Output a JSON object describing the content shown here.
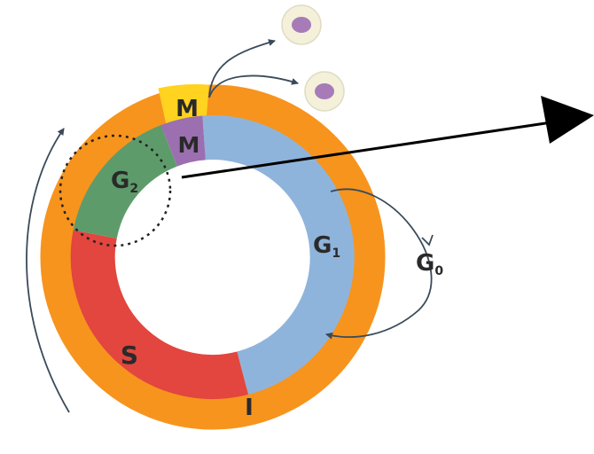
{
  "phases": {
    "mitosis_outer": "M",
    "mitosis_inner": "M",
    "g2": "G",
    "g2_sub": "2",
    "s": "S",
    "g1": "G",
    "g1_sub": "1",
    "g0": "G",
    "g0_sub": "0",
    "interphase": "I"
  },
  "colors": {
    "interphase_ring": "#f7941d",
    "m_outer": "#ffd320",
    "m_inner": "#9b6fb0",
    "g2": "#5e9b6b",
    "s": "#e3453f",
    "g1": "#8fb4dc",
    "cell": "#f4f0da",
    "nucleus": "#a77bb8",
    "arrow": "#000000"
  }
}
